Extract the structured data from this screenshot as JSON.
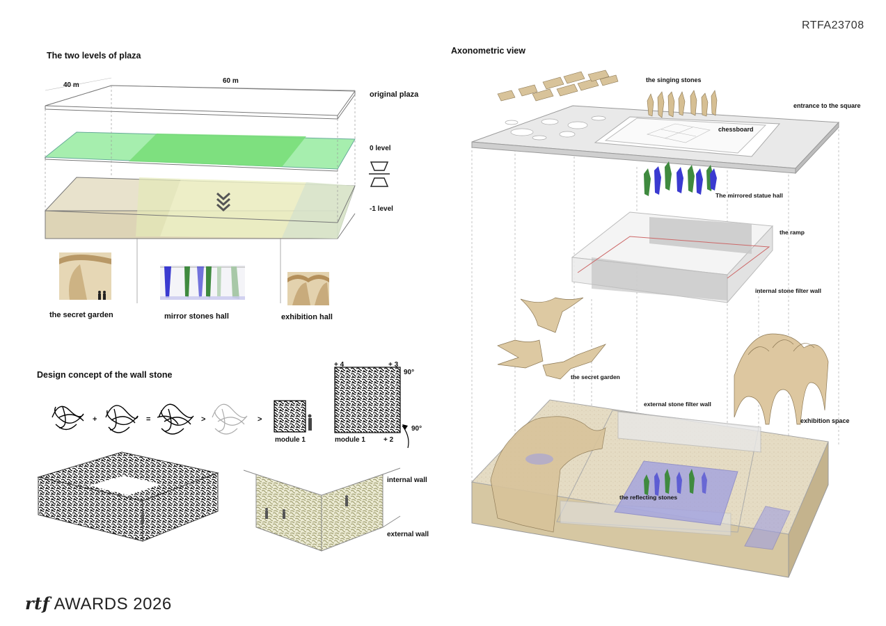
{
  "ref_code": "RTFA23708",
  "left": {
    "title": "The two levels of plaza",
    "dim_40": "40 m",
    "dim_60": "60 m",
    "original_plaza": "original plaza",
    "level_0": "0 level",
    "level_minus1": "-1 level",
    "secret_garden": "the secret garden",
    "mirror_hall": "mirror stones hall",
    "exhibition_hall": "exhibition hall"
  },
  "concept": {
    "title": "Design concept of the wall stone",
    "plus": "+",
    "equals": "=",
    "arrow": ">",
    "module1_a": "module 1",
    "module1_b": "module 1",
    "plus4": "+ 4",
    "plus3": "+ 3",
    "plus2": "+  2",
    "deg1": "90°",
    "deg2": "90°",
    "internal_wall": "internal wall",
    "external_wall": "external wall"
  },
  "axo": {
    "title": "Axonometric view",
    "singing_stones": "the singing stones",
    "entrance": "entrance to the square",
    "chessboard": "chessboard",
    "mirrored_statue": "The mirrored statue hall",
    "ramp": "the ramp",
    "internal_filter": "internal stone filter wall",
    "secret_garden": "the secret garden",
    "external_filter": "external stone filter wall",
    "exhibition_space": "exhibition space",
    "reflecting": "the reflecting stones"
  },
  "brand": {
    "logo": "rtf",
    "text": "AWARDS 2026"
  },
  "colors": {
    "green_level": "#7ee07e",
    "sand": "#d9c9a6",
    "blue_stone": "#3a3ad0",
    "green_stone": "#3f8a3f"
  }
}
